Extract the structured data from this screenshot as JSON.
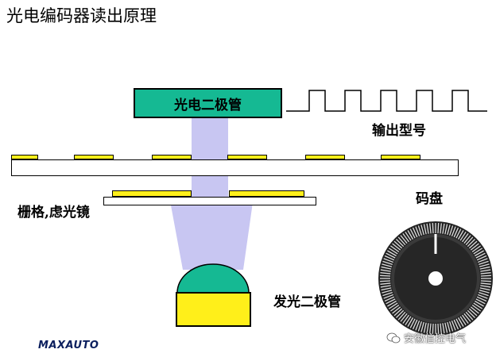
{
  "title": "光电编码器读出原理",
  "photodiode_label": "光电二极管",
  "output_label": "输出型号",
  "disc_label": "码盘",
  "grating_label": "栅格,虑光镜",
  "led_label": "发光二极管",
  "logo_text": "MAXAUTO",
  "watermark_text": "安徽信控电气",
  "colors": {
    "photodiode": "#15b993",
    "slot_yellow": "#ffef1a",
    "beam": "#c8c6f2",
    "led_dome": "#15b993",
    "logo": "#0b1f5e"
  },
  "icons": [
    "square-wave-icon",
    "code-disc-icon",
    "wechat-icon"
  ]
}
